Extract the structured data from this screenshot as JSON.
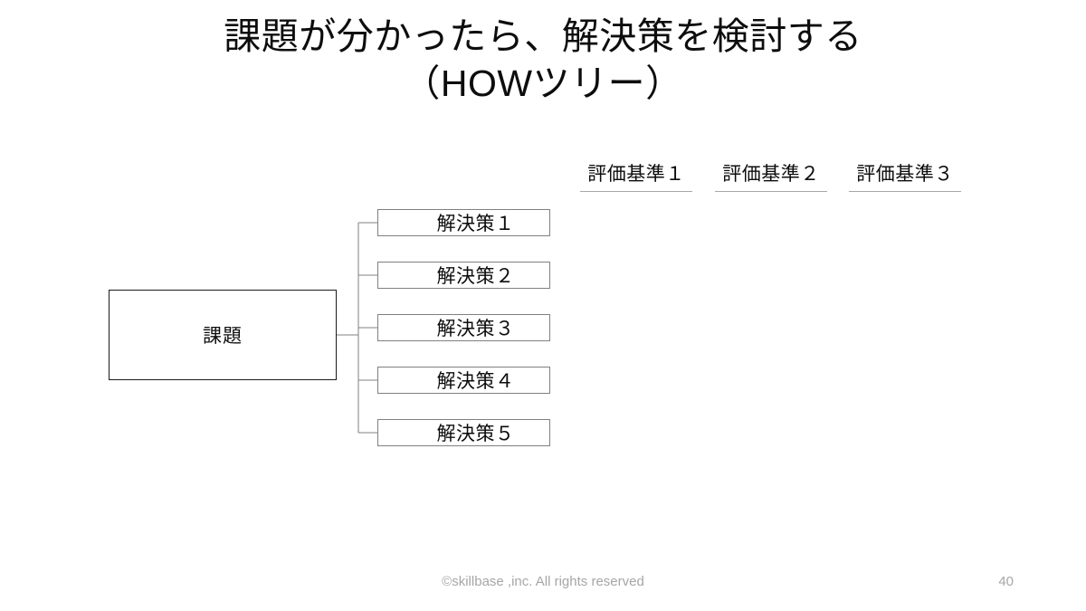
{
  "slide": {
    "background_color": "#ffffff",
    "title": {
      "line1": "課題が分かったら、解決策を検討する",
      "line2": "（HOWツリー）"
    },
    "criteria": [
      {
        "label": "評価基準１"
      },
      {
        "label": "評価基準２"
      },
      {
        "label": "評価基準３"
      }
    ],
    "tree": {
      "root": {
        "label": "課題",
        "border_color": "#1a1a1a"
      },
      "leaves": [
        {
          "label": "解決策１"
        },
        {
          "label": "解決策２"
        },
        {
          "label": "解決策３"
        },
        {
          "label": "解決策４"
        },
        {
          "label": "解決策５"
        }
      ],
      "connector_color": "#808080",
      "leaf_border_color": "#808080"
    },
    "footer": {
      "copyright": "©skillbase ,inc. All rights reserved",
      "page_number": "40",
      "text_color": "#a6a6a6"
    }
  }
}
